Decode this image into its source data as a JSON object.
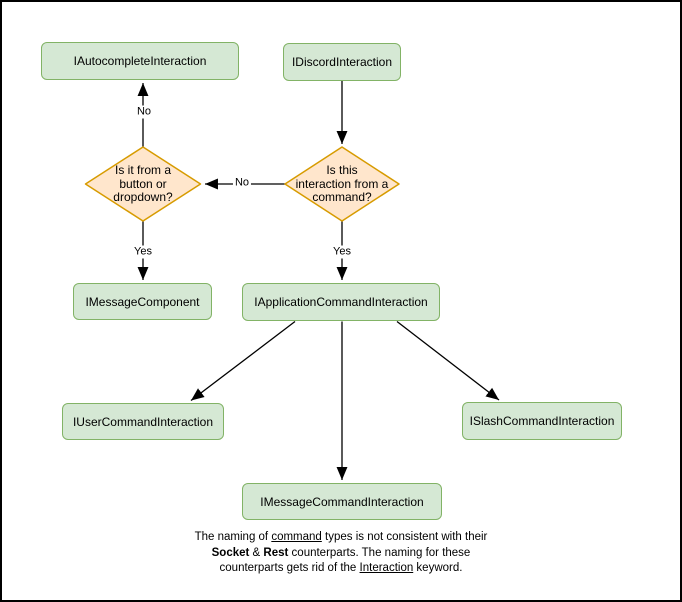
{
  "colors": {
    "node_fill": "#d5e8d4",
    "node_border": "#82b366",
    "decision_fill": "#ffe6cc",
    "decision_border": "#d79b00",
    "line": "#000000",
    "frame_border": "#000000",
    "background": "#ffffff"
  },
  "nodes": {
    "autocomplete": "IAutocompleteInteraction",
    "discord": "IDiscordInteraction",
    "decision_component": "Is it from a\nbutton or\ndropdown?",
    "decision_command": "Is this\ninteraction from a\ncommand?",
    "message_component": "IMessageComponent",
    "application_command": "IApplicationCommandInteraction",
    "user_command": "IUserCommandInteraction",
    "slash_command": "ISlashCommandInteraction",
    "message_command": "IMessageCommandInteraction"
  },
  "edges": [
    {
      "from": "decision_component",
      "to": "autocomplete",
      "label": "No"
    },
    {
      "from": "discord",
      "to": "decision_command",
      "label": ""
    },
    {
      "from": "decision_command",
      "to": "decision_component",
      "label": "No"
    },
    {
      "from": "decision_component",
      "to": "message_component",
      "label": "Yes"
    },
    {
      "from": "decision_command",
      "to": "application_command",
      "label": "Yes"
    },
    {
      "from": "application_command",
      "to": "user_command",
      "label": ""
    },
    {
      "from": "application_command",
      "to": "message_command",
      "label": ""
    },
    {
      "from": "application_command",
      "to": "slash_command",
      "label": ""
    }
  ],
  "note": {
    "seg_intro": "The naming of ",
    "seg_command": "command",
    "seg_after_command": " types is not consistent with their",
    "seg_socket": "Socket",
    "seg_amp": " & ",
    "seg_rest": "Rest",
    "seg_after_rest": " counterparts. The naming for these",
    "seg_line3_start": "counterparts gets rid of the ",
    "seg_interaction": "Interaction",
    "seg_keyword": " keyword."
  }
}
